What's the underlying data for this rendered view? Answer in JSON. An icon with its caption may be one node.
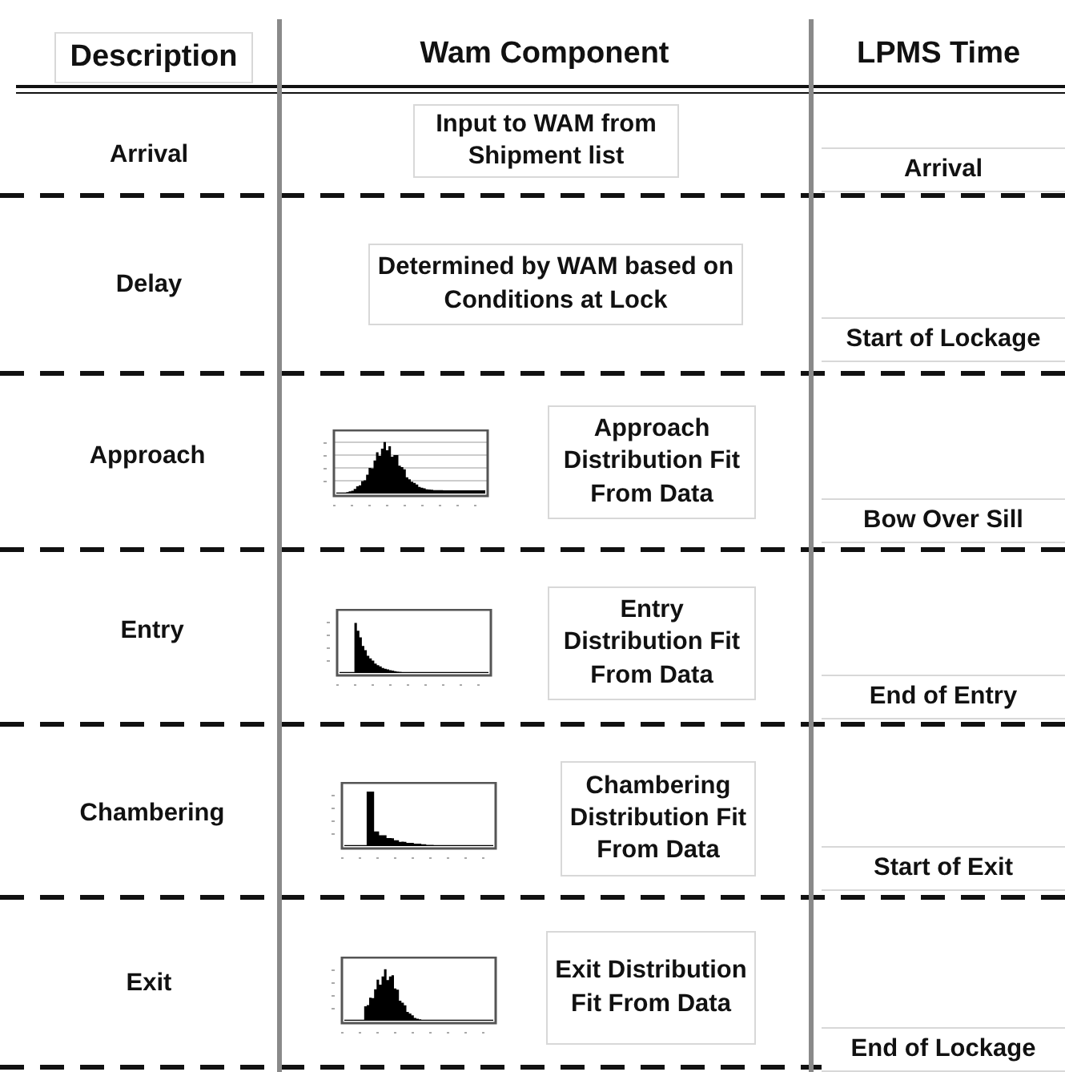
{
  "diagram": {
    "nodes": [
      {
        "text": [
          "Description"
        ]
      },
      {
        "text": [
          "Input to WAM from Shipment list"
        ]
      },
      {
        "text": [
          "Arrival"
        ]
      },
      {
        "text": [
          "Determined by WAM based on Conditions at Lock"
        ]
      },
      {
        "text": [
          "Start of Lockage"
        ]
      },
      {
        "text": [
          "Approach Distribution Fit From Data"
        ]
      },
      {
        "text": [
          "Bow Over Sill"
        ]
      },
      {
        "text": [
          "Entry Distribution Fit From Data"
        ]
      },
      {
        "text": [
          "End of Entry"
        ]
      },
      {
        "text": [
          "Chambering Distribution Fit From Data"
        ]
      },
      {
        "text": [
          "Start of Exit"
        ]
      },
      {
        "text": [
          "Exit Distribution Fit From Data"
        ]
      },
      {
        "text": [
          "End of Lockage"
        ]
      }
    ],
    "edges": [],
    "labels": [
      "Wam Component",
      "LPMS Time",
      "Arrival",
      "Delay",
      "Approach",
      "Entry",
      "Chambering",
      "Exit"
    ]
  }
}
